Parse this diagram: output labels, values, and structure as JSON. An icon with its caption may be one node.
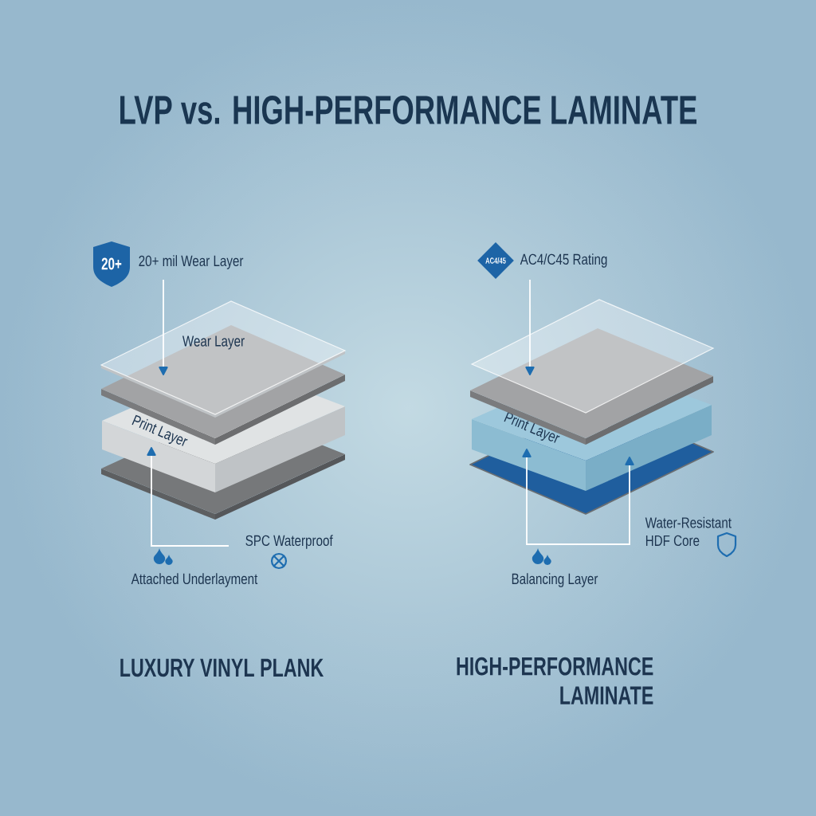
{
  "diagram": {
    "title": "LVP vs. HIGH-PERFORMANCE LAMINATE",
    "nodes": [
      {
        "text": [
          "20+"
        ]
      },
      {
        "text": [
          "20+ mil Wear Layer"
        ]
      },
      {
        "text": [
          "Wear Layer"
        ]
      },
      {
        "text": [],
        "shape": "box"
      },
      {
        "text": [
          "Print Layer"
        ]
      },
      {
        "text": [],
        "shape": "box"
      },
      {
        "text": [
          "SPC Waterproof"
        ]
      },
      {
        "text": [
          "AC4/45"
        ]
      },
      {
        "text": [
          "AC4/C45 Rating"
        ]
      },
      {
        "text": [],
        "shape": "diamond"
      },
      {
        "text": [],
        "shape": "box"
      },
      {
        "text": [
          "Print Layer"
        ]
      },
      {
        "text": [],
        "shape": "diamond"
      },
      {
        "text": [
          "Water-Resistant HDF Core"
        ]
      }
    ],
    "edges": [
      {
        "from": 1,
        "to": 2,
        "arrow": "to"
      },
      {
        "from": 6,
        "to": 4,
        "arrow": "to"
      },
      {
        "from": 8,
        "to": 9,
        "arrow": "to"
      },
      {
        "from": 11,
        "to": 11,
        "arrow": "both"
      }
    ],
    "labels": [
      "Attached Underlayment",
      "Balancing Layer",
      "LUXURY VINYL PLANK",
      "HIGH-PERFORMANCE LAMINATE"
    ]
  }
}
